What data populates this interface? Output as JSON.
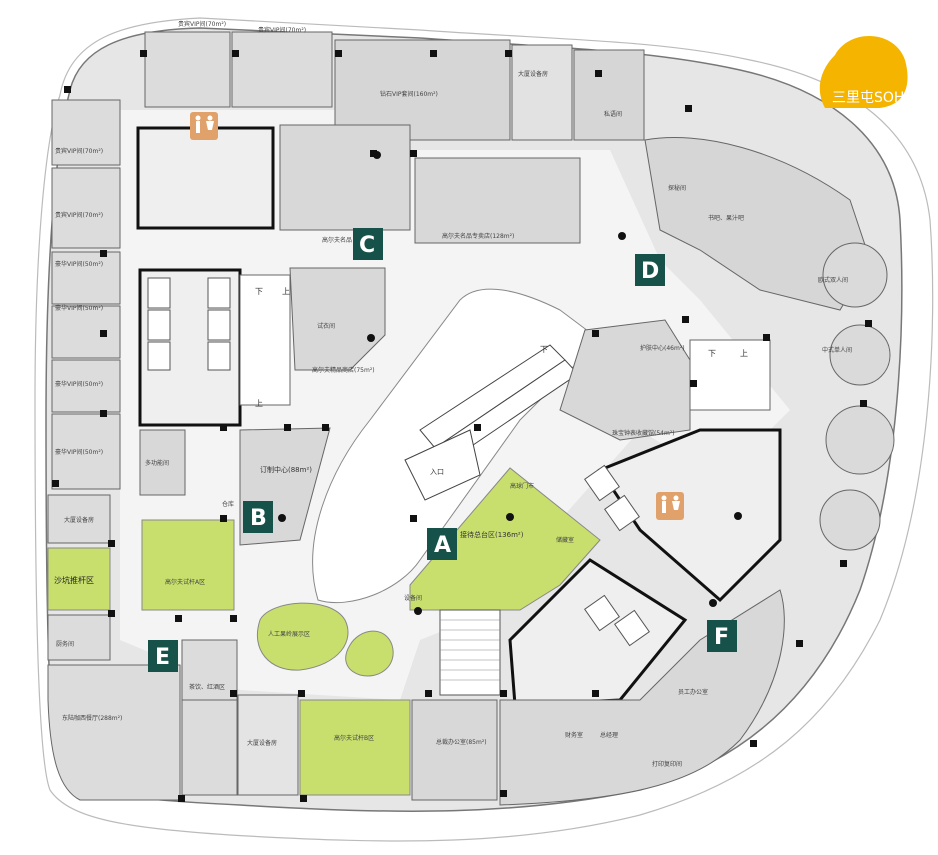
{
  "logo": {
    "text": "三里屯SOHO",
    "bg_color": "#f5b400"
  },
  "colors": {
    "floor": "#e6e6e6",
    "corridor": "#f4f4f4",
    "green": "#c8df6e",
    "wall": "#111111",
    "marker": "#17524a",
    "restroom": "#e0a26a"
  },
  "markers": [
    {
      "id": "A",
      "label": "A"
    },
    {
      "id": "B",
      "label": "B"
    },
    {
      "id": "C",
      "label": "C"
    },
    {
      "id": "D",
      "label": "D"
    },
    {
      "id": "E",
      "label": "E"
    },
    {
      "id": "F",
      "label": "F"
    }
  ],
  "rooms": {
    "vip_top1": "贵宾VIP间(70m²)",
    "vip_top2": "贵宾VIP间(70m²)",
    "diamond_vip": "钻石VIP套间(160m²)",
    "equipment_top": "大厦设备房",
    "private_lounge": "私语间",
    "vip_left1": "贵宾VIP间(70m²)",
    "vip_left2": "贵宾VIP间(70m²)",
    "lux_room1": "豪华VIP间(50m²)",
    "lux_room2": "豪华VIP间(50m²)",
    "lux_room3": "豪华VIP间(50m²)",
    "lux_room4": "豪华VIP间(50m²)",
    "cigar": "探秘间",
    "bookbar": "书吧、果汁吧",
    "golf_shop": "高尔夫名品专卖店(128m²)",
    "fitting": "试衣间",
    "golf_fine": "高尔夫精品商店(75m²)",
    "golf_brand": "高尔夫名品",
    "japan_double": "欧式双人间",
    "chinese_single": "中式单人间",
    "care_center": "护肤中心(46m²)",
    "watch_store": "珠宝钟表收藏馆(54m²)",
    "multi_func": "多功能间",
    "order_center": "订制中心(88m²)",
    "store": "仓库",
    "entrance": "入口",
    "golf_door": "高球门市",
    "reception": "接待总台区(136m²)",
    "equipment_left": "大厦设备房",
    "sandpit": "沙坑推杆区",
    "golf_a": "高尔夫试杆A区",
    "artificial": "人工果岭展示区",
    "kitchen": "厨务间",
    "restaurant": "东陆咖西餐厅(288m²)",
    "tea": "茶饮、红酒区",
    "equipment_bottom": "大厦设备房",
    "golf_b": "高尔夫试杆B区",
    "gm_office": "总裁办公室(85m²)",
    "finance": "财务室",
    "manager": "总经理",
    "staff_office": "员工办公室",
    "print": "打印复印间",
    "storage_small": "储藏室",
    "equipment_mid": "设备间"
  },
  "stairs": {
    "up": "上",
    "down": "下"
  }
}
